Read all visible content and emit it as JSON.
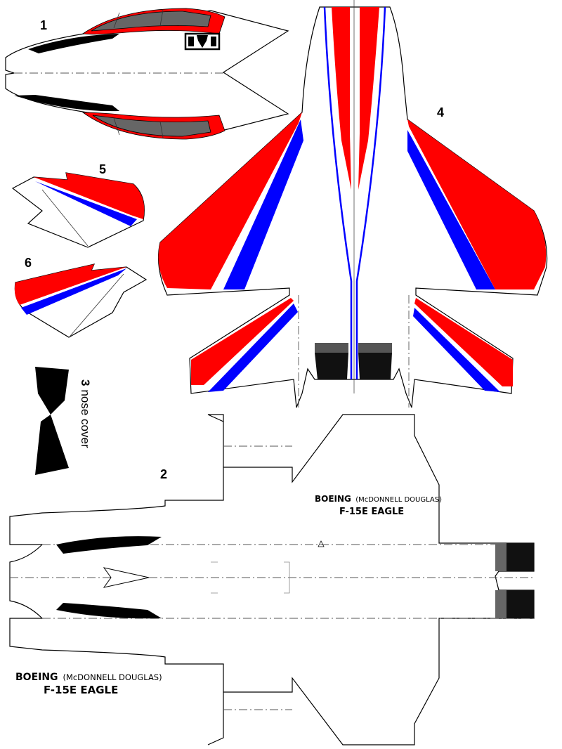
{
  "colors": {
    "red": "#ff0000",
    "blue": "#0000ff",
    "black": "#000000",
    "gray": "#666666"
  },
  "part_numbers": {
    "p1": "1",
    "p2": "2",
    "p4": "4",
    "p5": "5",
    "p6": "6"
  },
  "nose_cover": {
    "number": "3",
    "label": "nose cover"
  },
  "titles": {
    "upper": {
      "maker": "BOEING",
      "maker_paren": "(McDONNELL DOUGLAS)",
      "model": "F-15E  EAGLE"
    },
    "lower": {
      "maker": "BOEING",
      "maker_paren": "(McDONNELL DOUGLAS)",
      "model": "F-15E  EAGLE"
    }
  },
  "icons": {
    "insignia": "decepticon-insignia-icon"
  }
}
